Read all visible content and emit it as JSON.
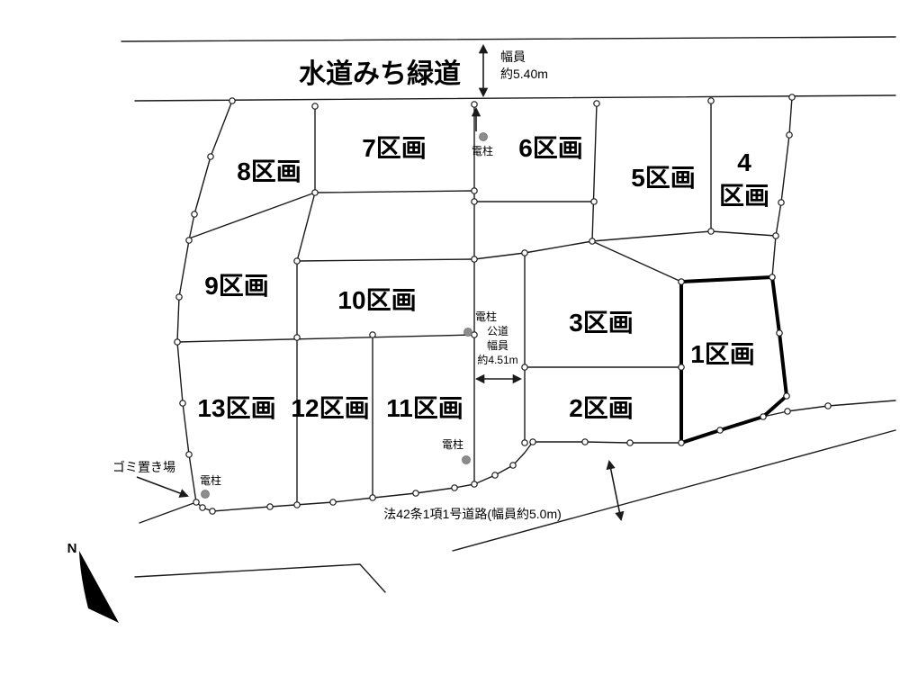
{
  "title": "水道みち緑道",
  "greenway": {
    "width_line1": "幅員",
    "width_line2": "約5.40m"
  },
  "public_road": {
    "line1": "公道",
    "line2": "幅員",
    "line3": "約4.51m"
  },
  "bottom_road_label": "法42条1項1号道路(幅員約5.0m)",
  "garbage_label": "ゴミ置き場",
  "pole_label": "電柱",
  "compass_label": "N",
  "lots": {
    "lot1": "1区画",
    "lot2": "2区画",
    "lot3": "3区画",
    "lot4_line1": "4",
    "lot4_line2": "区画",
    "lot5": "5区画",
    "lot6": "6区画",
    "lot7": "7区画",
    "lot8": "8区画",
    "lot9": "9区画",
    "lot10": "10区画",
    "lot11": "11区画",
    "lot12": "12区画",
    "lot13": "13区画"
  },
  "colors": {
    "line": "#1a1a1a",
    "pole_dot": "#8c8c8c",
    "bold_lot_stroke": "#000000",
    "background": "#ffffff"
  }
}
